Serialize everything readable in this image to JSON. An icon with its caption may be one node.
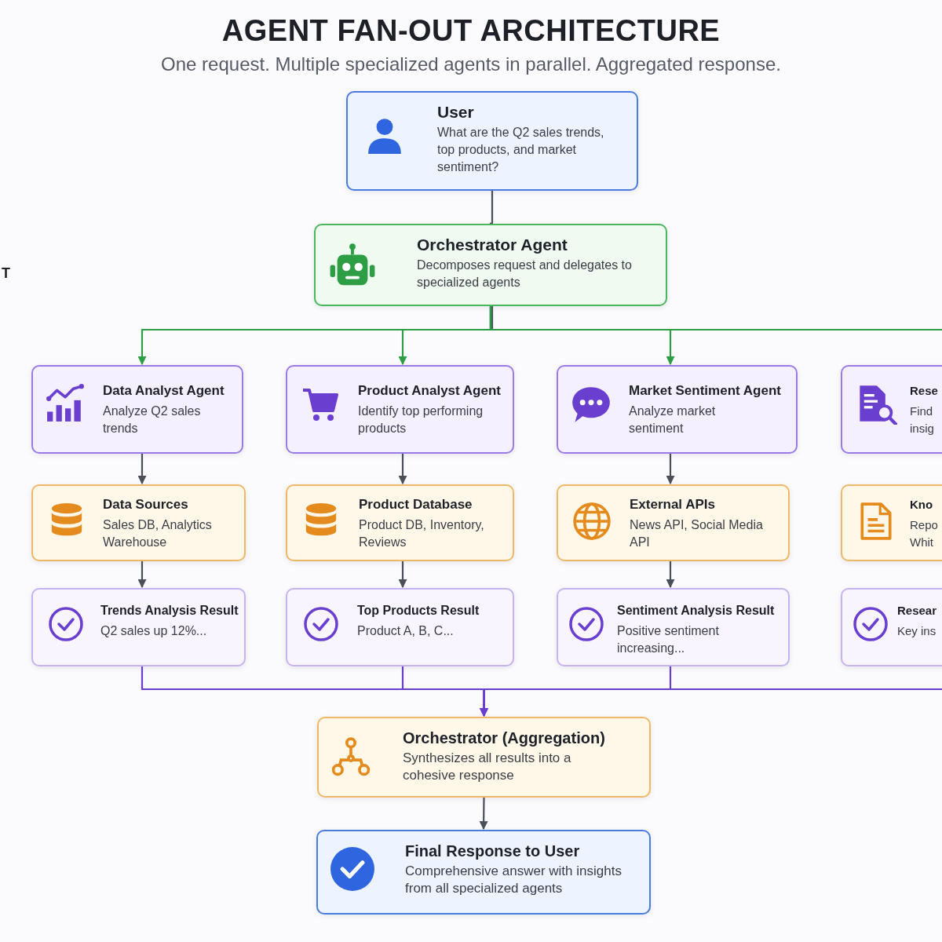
{
  "diagram": {
    "title": "AGENT FAN-OUT ARCHITECTURE",
    "nodes": [
      {
        "text": [
          "User",
          "What are the Q2 sales trends, top products, and market sentiment?"
        ]
      },
      {
        "text": [
          "Orchestrator Agent",
          "Decomposes request and delegates to specialized agents"
        ]
      },
      {
        "text": [
          "Data Analyst Agent",
          "Analyze Q2 sales trends"
        ]
      },
      {
        "text": [
          "Product Analyst Agent",
          "Identify top performing products"
        ]
      },
      {
        "text": [
          "Market Sentiment Agent",
          "Analyze market sentiment"
        ]
      },
      {
        "text": [
          "Rese",
          "Find insig"
        ]
      },
      {
        "text": [
          "Data Sources",
          "Sales DB, Analytics Warehouse"
        ]
      },
      {
        "text": [
          "Product Database",
          "Product DB, Inventory, Reviews"
        ]
      },
      {
        "text": [
          "External APIs",
          "News API, Social Media API"
        ]
      },
      {
        "text": [
          "Kno",
          "Repo Whit"
        ]
      },
      {
        "text": [
          "Trends Analysis Result",
          "Q2 sales up 12%..."
        ]
      },
      {
        "text": [
          "Top Products Result",
          "Product A, B, C..."
        ]
      },
      {
        "text": [
          "Sentiment Analysis Result",
          "Positive sentiment increasing..."
        ]
      },
      {
        "text": [
          "Resear",
          "Key ins"
        ]
      },
      {
        "text": [
          "Orchestrator (Aggregation)",
          "Synthesizes all results into a cohesive response"
        ]
      },
      {
        "text": [
          "Final Response to User",
          "Comprehensive answer with insights from all specialized agents"
        ]
      }
    ],
    "edges": [
      {
        "from": 0,
        "to": 1,
        "arrow": "to"
      },
      {
        "from": 1,
        "to": 2,
        "arrow": "to",
        "color": "#2e9e44"
      },
      {
        "from": 1,
        "to": 3,
        "arrow": "to",
        "color": "#2e9e44"
      },
      {
        "from": 1,
        "to": 4,
        "arrow": "to",
        "color": "#2e9e44"
      },
      {
        "from": 1,
        "to": 5,
        "arrow": "to",
        "color": "#2e9e44"
      },
      {
        "from": 2,
        "to": 6,
        "arrow": "to"
      },
      {
        "from": 3,
        "to": 7,
        "arrow": "to"
      },
      {
        "from": 4,
        "to": 8,
        "arrow": "to"
      },
      {
        "from": 6,
        "to": 10,
        "arrow": "to"
      },
      {
        "from": 7,
        "to": 11,
        "arrow": "to"
      },
      {
        "from": 8,
        "to": 12,
        "arrow": "to"
      },
      {
        "from": 10,
        "to": 14,
        "arrow": "to",
        "color": "#6a3fd0"
      },
      {
        "from": 11,
        "to": 14,
        "arrow": "to",
        "color": "#6a3fd0"
      },
      {
        "from": 12,
        "to": 14,
        "arrow": "to",
        "color": "#6a3fd0"
      },
      {
        "from": 13,
        "to": 14,
        "arrow": "to",
        "color": "#6a3fd0"
      },
      {
        "from": 14,
        "to": 15,
        "arrow": "to"
      }
    ],
    "labels": [
      "One request. Multiple specialized agents in parallel. Aggregated response.",
      "T"
    ]
  }
}
